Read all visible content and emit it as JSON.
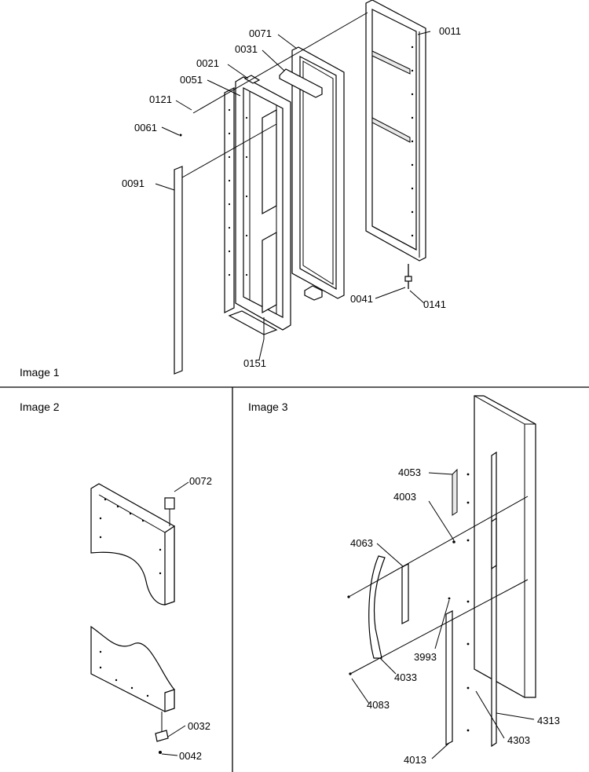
{
  "panels": [
    {
      "label": "Image 1"
    },
    {
      "label": "Image 2"
    },
    {
      "label": "Image 3"
    }
  ],
  "callouts": {
    "p0011": "0011",
    "p0071": "0071",
    "p0031": "0031",
    "p0021": "0021",
    "p0051": "0051",
    "p0121": "0121",
    "p0061": "0061",
    "p0091": "0091",
    "p0041": "0041",
    "p0141": "0141",
    "p0151": "0151",
    "p0072": "0072",
    "p0032": "0032",
    "p0042": "0042",
    "p4053": "4053",
    "p4003": "4003",
    "p4063": "4063",
    "p3993": "3993",
    "p4033": "4033",
    "p4083": "4083",
    "p4313": "4313",
    "p4303": "4303",
    "p4013": "4013"
  }
}
